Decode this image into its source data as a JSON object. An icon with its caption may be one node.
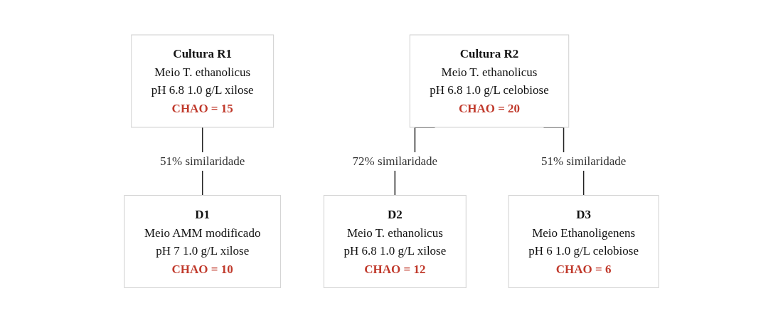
{
  "diagram": {
    "nodes": [
      {
        "text": [
          "Cultura R1",
          "Meio T. ethanolicus",
          "pH 6.8 1.0 g/L xilose",
          "CHAO = 15"
        ]
      },
      {
        "text": [
          "Cultura R2",
          "Meio T. ethanolicus",
          "pH 6.8 1.0 g/L celobiose",
          "CHAO = 20"
        ]
      },
      {
        "text": [
          "D1",
          "Meio AMM modificado",
          "pH 7 1.0 g/L xilose",
          "CHAO = 10"
        ]
      },
      {
        "text": [
          "D2",
          "Meio T. ethanolicus",
          "pH 6.8 1.0 g/L xilose",
          "CHAO = 12"
        ]
      },
      {
        "text": [
          "D3",
          "Meio Ethanoligenens",
          "pH 6 1.0 g/L celobiose",
          "CHAO = 6"
        ]
      }
    ],
    "edges": [
      {
        "from": 0,
        "to": 2,
        "arrow": "none",
        "label": "51% similaridade"
      },
      {
        "from": 1,
        "to": 3,
        "arrow": "none",
        "label": "72% similaridade"
      },
      {
        "from": 1,
        "to": 4,
        "arrow": "none",
        "label": "51% similaridade"
      }
    ]
  }
}
